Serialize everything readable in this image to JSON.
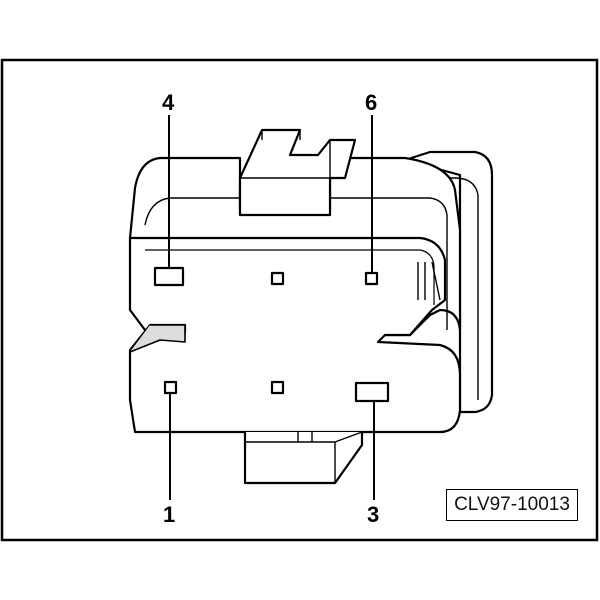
{
  "pin_labels": {
    "pin4": "4",
    "pin6": "6",
    "pin1": "1",
    "pin3": "3"
  },
  "figure_ref": "CLV97-10013"
}
